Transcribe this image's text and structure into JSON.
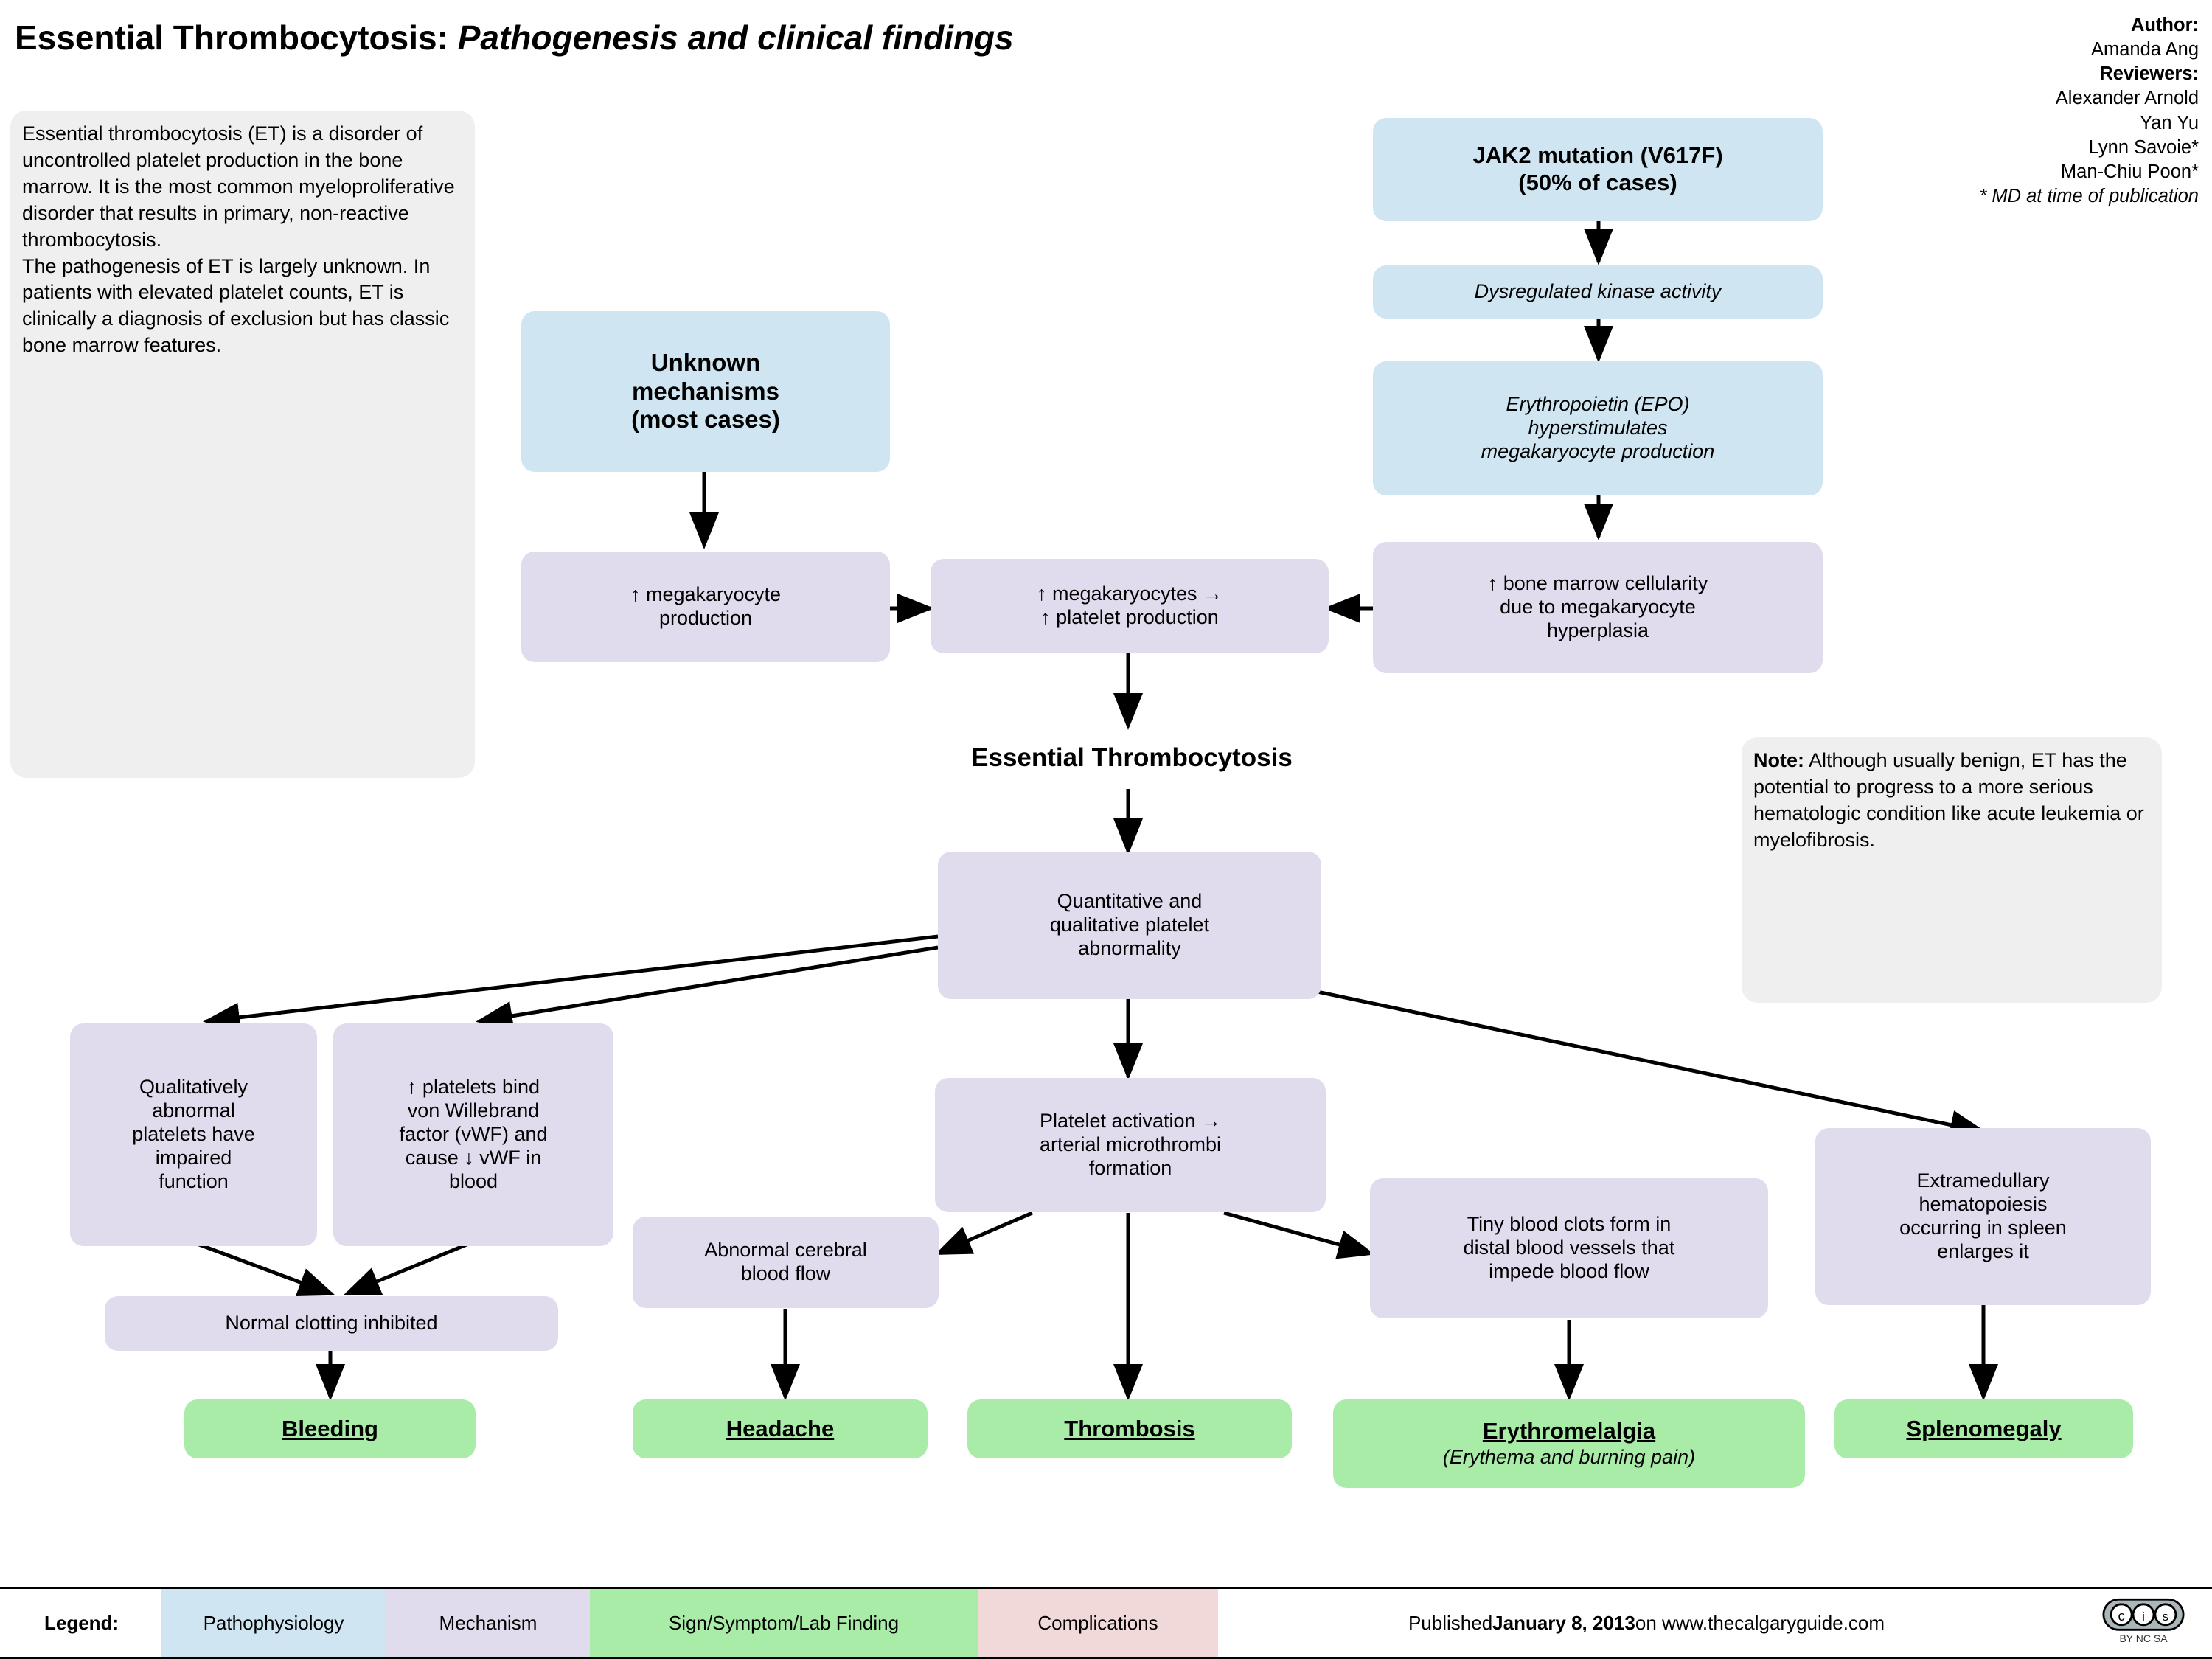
{
  "title": {
    "main": "Essential Thrombocytosis: ",
    "sub": "Pathogenesis and clinical findings"
  },
  "authors": {
    "author_label": "Author:",
    "author_name": "Amanda Ang",
    "reviewers_label": "Reviewers:",
    "reviewers": [
      "Alexander Arnold",
      "Yan Yu",
      "Lynn Savoie*",
      "Man-Chiu Poon*"
    ],
    "footnote": "* MD at time of publication"
  },
  "intro": {
    "text": "Essential thrombocytosis (ET) is a disorder of uncontrolled platelet production in the bone marrow. It is the most common myeloproliferative disorder that results in primary, non-reactive thrombocytosis.\nThe pathogenesis of ET is largely unknown. In patients with elevated platelet counts, ET is clinically a diagnosis of exclusion but has classic bone marrow features."
  },
  "note": {
    "label": "Note:",
    "text": " Although usually benign, ET has the potential to progress to a more serious hematologic condition like acute leukemia or myelofibrosis."
  },
  "nodes": {
    "jak2": "JAK2 mutation (V617F)\n(50% of cases)",
    "dysregulated": "Dysregulated kinase activity",
    "epo": "Erythropoietin (EPO)\nhyperstimulates\nmegakaryocyte production",
    "bone_marrow": "↑ bone marrow cellularity\ndue to megakaryocyte\nhyperplasia",
    "unknown": "Unknown\nmechanisms\n(most cases)",
    "mega_prod": "↑ megakaryocyte\nproduction",
    "mega_platelet": "↑ megakaryocytes →\n↑ platelet production",
    "et_title": "Essential Thrombocytosis",
    "quant_qual": "Quantitative and\nqualitative platelet\nabnormality",
    "qual_abnormal": "Qualitatively\nabnormal\nplatelets have\nimpaired\nfunction",
    "vwf": "↑ platelets bind\nvon Willebrand\nfactor (vWF) and\ncause ↓ vWF in\nblood",
    "clotting": "Normal clotting inhibited",
    "platelet_activation": "Platelet activation →\narterial microthrombi\nformation",
    "cerebral": "Abnormal cerebral\nblood flow",
    "tiny_clots": "Tiny blood clots form in\ndistal blood vessels that\nimpede blood flow",
    "extramedullary": "Extramedullary\nhematopoiesis\noccurring in spleen\nenlarges it",
    "bleeding": "Bleeding",
    "headache": "Headache",
    "thrombosis": "Thrombosis",
    "erythromelalgia": "Erythromelalgia",
    "erythromelalgia_sub": "(Erythema and burning pain)",
    "splenomegaly": "Splenomegaly"
  },
  "legend": {
    "label": "Legend:",
    "items": [
      "Pathophysiology",
      "Mechanism",
      "Sign/Symptom/Lab Finding",
      "Complications"
    ],
    "published_prefix": "Published ",
    "published_date": "January 8, 2013",
    "published_suffix": " on www.thecalgaryguide.com",
    "cc_label": "CC BY-NC-SA"
  },
  "colors": {
    "pathophysiology": "#cfe6f2",
    "mechanism": "#e0dced",
    "sign": "#a8eca8",
    "complications": "#f2d9d9"
  }
}
